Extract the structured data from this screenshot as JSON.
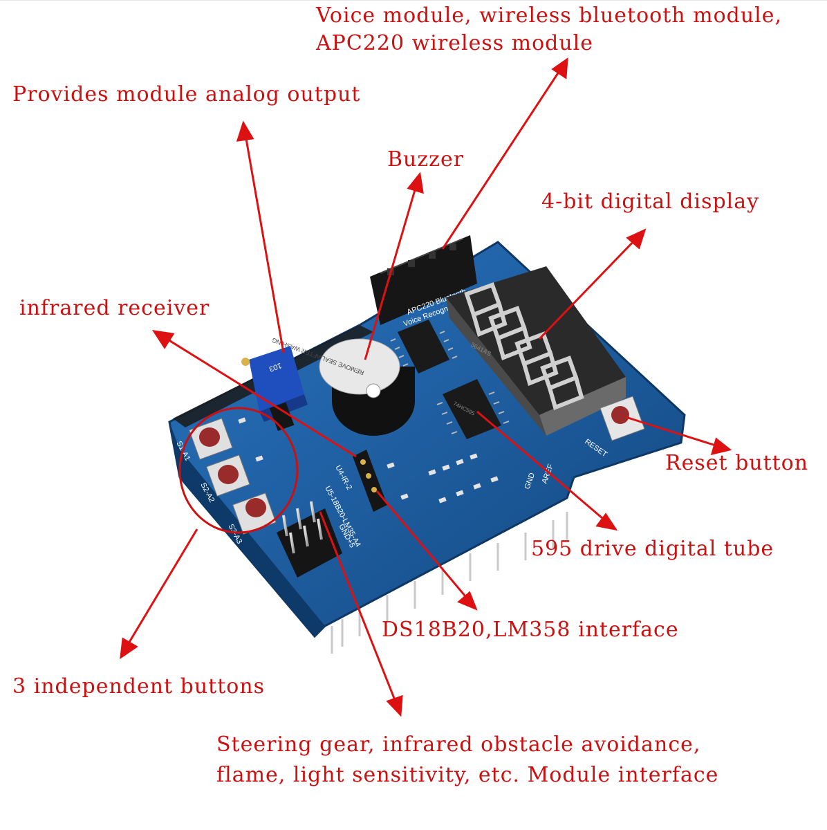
{
  "labels": {
    "voice_line1": "Voice module, wireless bluetooth module,",
    "voice_line2": "APC220 wireless module",
    "analog": "Provides module analog output",
    "buzzer": "Buzzer",
    "display": "4-bit digital display",
    "ir_receiver": "infrared receiver",
    "reset": "Reset button",
    "drive_595": "595 drive digital tube",
    "ds18b20": "DS18B20,LM358 interface",
    "buttons": "3 independent buttons",
    "steering_line1": "Steering gear, infrared obstacle avoidance,",
    "steering_line2": "flame, light sensitivity, etc. Module interface"
  },
  "board": {
    "header_text": "APC220 Bluetooth",
    "header_text2": "Voice Recognition",
    "buzzer_text": "REMOVE SEAL AFTER WASHING",
    "pot_text": "103",
    "reset_silk": "RESET",
    "chip_text": "74HC595",
    "display_text": "3641AS",
    "silk_aref": "AREF",
    "silk_gnd": "GND",
    "silk_u5": "U5-18B20-LM35-A4",
    "silk_u4": "U4-IR-2",
    "silk_gnd5": "GND+5",
    "silk_s1": "S1-A1",
    "silk_s2": "S2-A2",
    "silk_s3": "S3-A3"
  },
  "colors": {
    "label": "#cc1010",
    "arrow": "#dd1111",
    "pcb": "#1a5a9e",
    "button_cap": "#9a2b2b",
    "segment": "#d0d0d0",
    "ring": "#cc1010"
  },
  "icons": {
    "arrowhead": "triangle"
  }
}
